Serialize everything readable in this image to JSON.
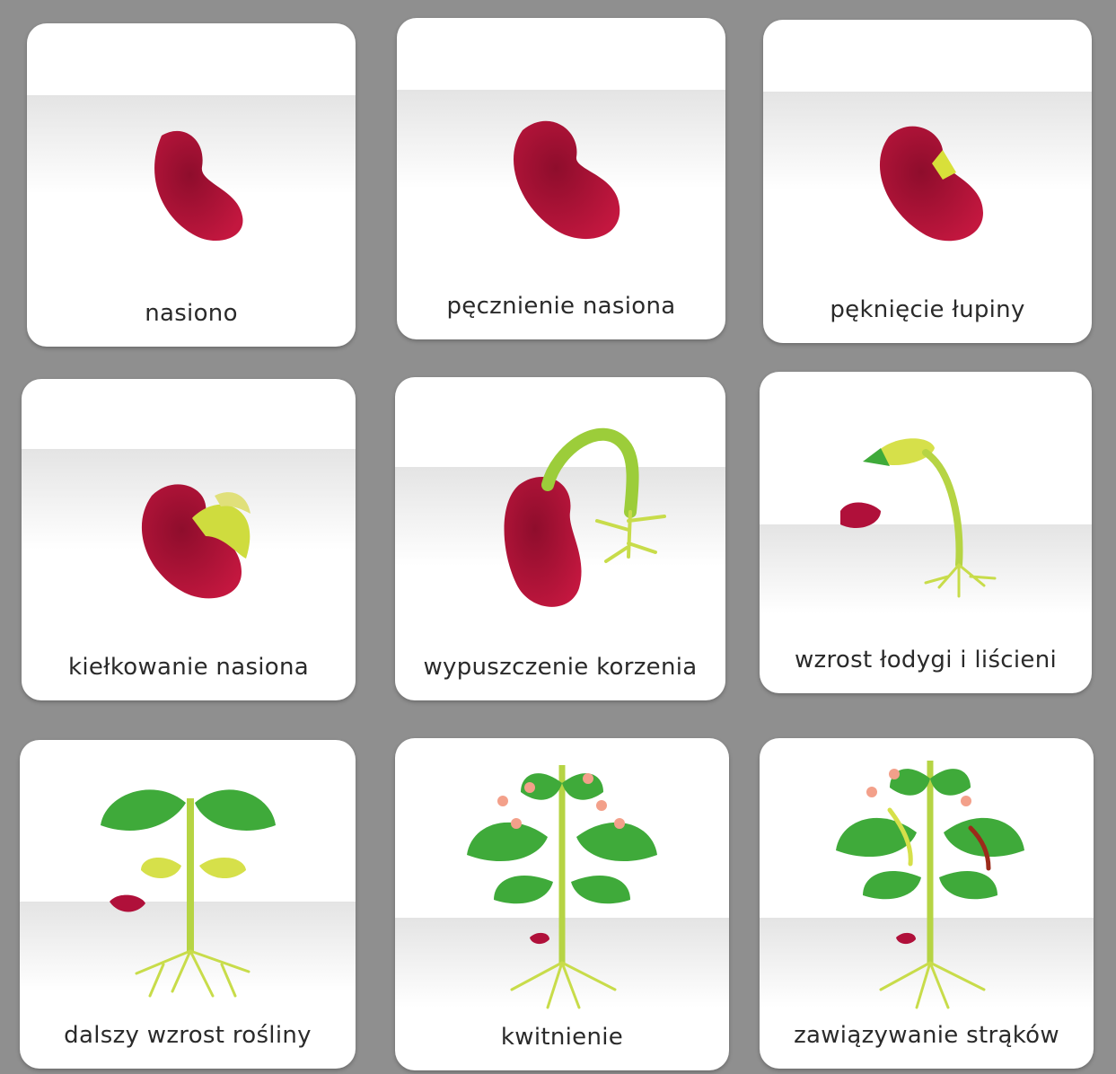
{
  "cards": [
    {
      "label": "nasiono"
    },
    {
      "label": "pęcznienie nasiona"
    },
    {
      "label": "pęknięcie łupiny"
    },
    {
      "label": "kiełkowanie nasiona"
    },
    {
      "label": "wypuszczenie korzenia"
    },
    {
      "label": "wzrost łodygi i liścieni"
    },
    {
      "label": "dalszy wzrost rośliny"
    },
    {
      "label": "kwitnienie"
    },
    {
      "label": "zawiązywanie strąków"
    }
  ],
  "colors": {
    "background": "#8f8f8f",
    "card": "#ffffff",
    "bean": "#b0103a",
    "sprout": "#c8dc4a",
    "leaf": "#3faa3a",
    "flower": "#f3a08a"
  }
}
